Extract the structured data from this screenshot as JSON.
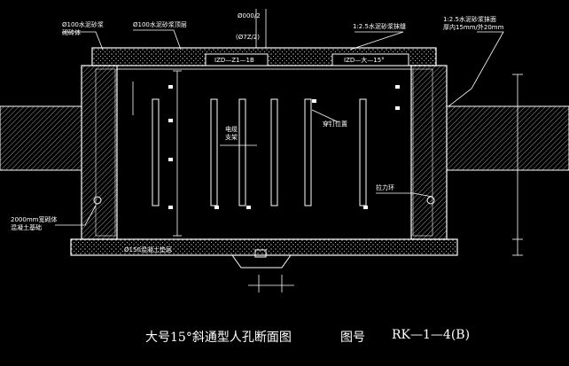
{
  "labels": {
    "cover_mortar": "Ø100水泥砂浆\n砌砖体",
    "top_cement": "Ø100水泥砂浆顶层",
    "mid_dim_top": "Ø000/2",
    "mid_dim_sub": "(Ø7Z/2)",
    "mortar_right": "1:2.5水泥砂浆抹缝",
    "plaster_right": "1:2.5水泥砂浆抹面\n厚内15mm/外20mm",
    "beam_left": "IZD—Z1—1B",
    "beam_right": "IZD—大—15°",
    "cable_support": "电缆\n支架",
    "bracket_pos": "穿钉位置",
    "pulling_ring": "拉力环",
    "base_layer": "Ø150混凝土垫层",
    "left_base_note": "2000mm宽砌体\n混凝土基础",
    "title": "大号15°斜通型人孔断面图",
    "drawing_no_label": "图号",
    "drawing_no": "RK—1—4(B)"
  },
  "colors": {
    "background": "#000000",
    "line": "#ffffff",
    "text": "#ffffff",
    "wall": "#b0b0b0"
  }
}
